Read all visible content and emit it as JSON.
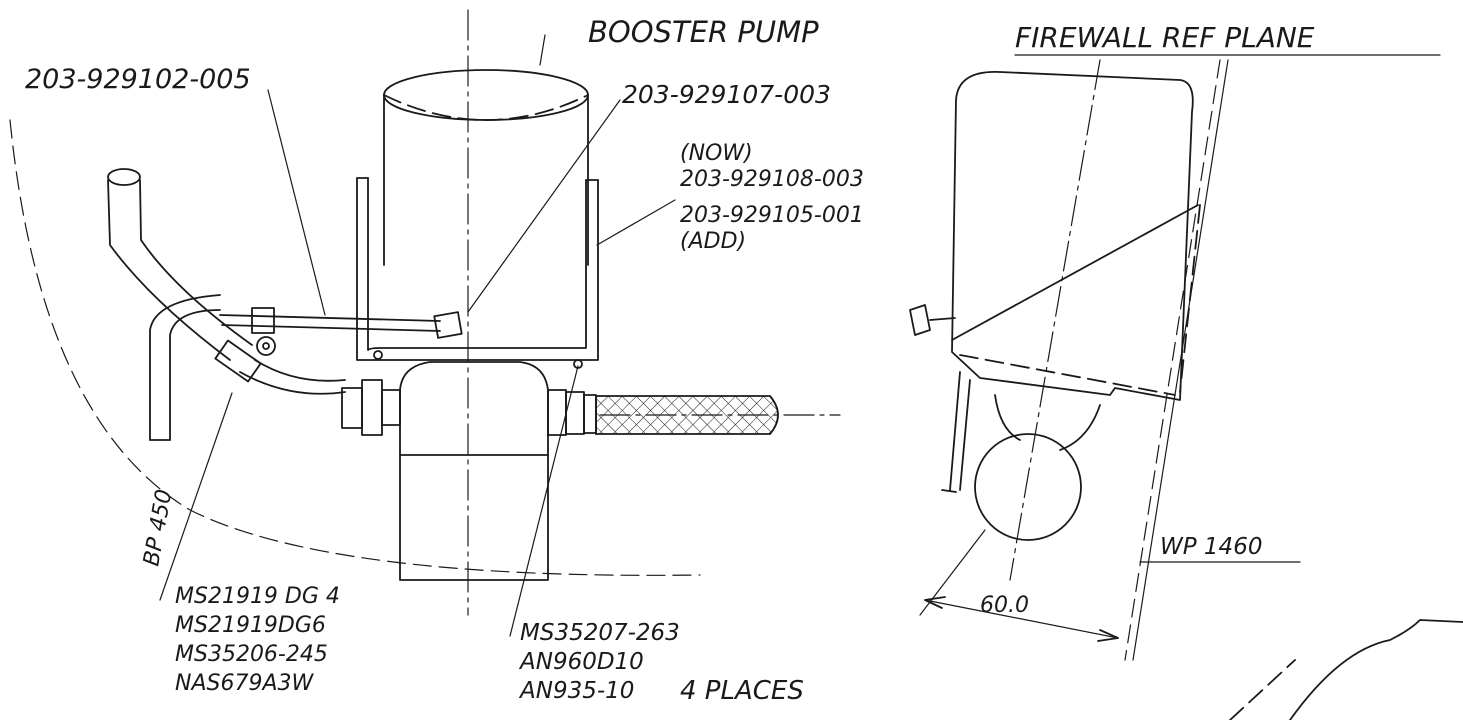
{
  "labels": {
    "booster_pump": "BOOSTER PUMP",
    "firewall_ref_plane": "FIREWALL REF PLANE",
    "part_bracket": "203-929102-005",
    "part_clamp": "203-929107-003",
    "note_now": "(NOW)",
    "part_now": "203-929108-003",
    "part_add": "203-929105-001",
    "note_add": "(ADD)",
    "hardware_left": [
      "MS21919 DG 4",
      "MS21919DG6",
      "MS35206-245",
      "NAS679A3W"
    ],
    "hardware_right": [
      "MS35207-263",
      "AN960D10",
      "AN935-10"
    ],
    "hardware_right_qty": "4 PLACES",
    "station_bp": "BP 450",
    "station_wp": "WP 1460",
    "dimension": "60.0"
  }
}
